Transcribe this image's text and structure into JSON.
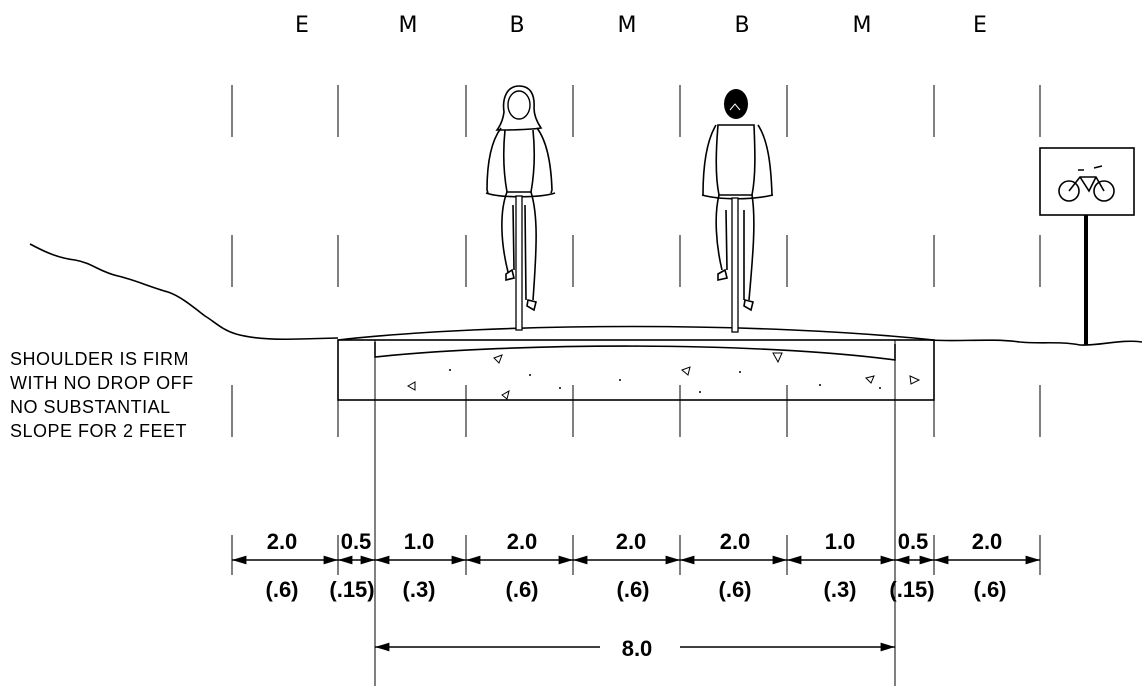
{
  "zones": [
    "E",
    "M",
    "B",
    "M",
    "B",
    "M",
    "E"
  ],
  "note_lines": [
    "SHOULDER IS FIRM",
    "WITH NO DROP OFF",
    "NO SUBSTANTIAL",
    "SLOPE FOR 2 FEET"
  ],
  "dimensions": [
    {
      "ft": "2.0",
      "m": "(.6)"
    },
    {
      "ft": "0.5",
      "m": "(.15)"
    },
    {
      "ft": "1.0",
      "m": "(.3)"
    },
    {
      "ft": "2.0",
      "m": "(.6)"
    },
    {
      "ft": "2.0",
      "m": "(.6)"
    },
    {
      "ft": "2.0",
      "m": "(.6)"
    },
    {
      "ft": "1.0",
      "m": "(.3)"
    },
    {
      "ft": "0.5",
      "m": "(.15)"
    },
    {
      "ft": "2.0",
      "m": "(.6)"
    }
  ],
  "total_width": "8.0",
  "sign_icon": "bicycle-icon"
}
